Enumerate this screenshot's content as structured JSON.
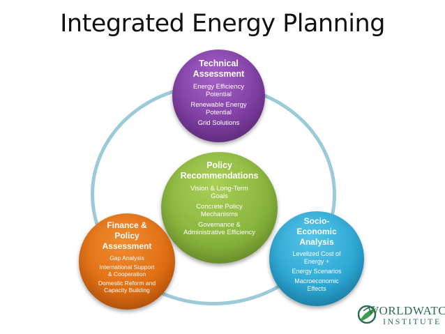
{
  "title": "Integrated Energy Planning",
  "nodes": {
    "technical": {
      "heading": [
        "Technical",
        "Assessment"
      ],
      "items": [
        [
          "Energy Efficiency",
          "Potential"
        ],
        [
          "Renewable Energy",
          "Potential"
        ],
        [
          "Grid Solutions"
        ]
      ],
      "color": "#7d3da1"
    },
    "policy": {
      "heading": [
        "Policy",
        "Recommendations"
      ],
      "items": [
        [
          "Vision & Long-Term",
          "Goals"
        ],
        [
          "Concrete Policy",
          "Mechanisms"
        ],
        [
          "Governance &",
          "Administrative Efficiency"
        ]
      ],
      "color": "#86b33b"
    },
    "finance": {
      "heading": [
        "Finance &",
        "Policy",
        "Assessment"
      ],
      "items": [
        [
          "Gap Analysis"
        ],
        [
          "International Support",
          "& Cooperation"
        ],
        [
          "Domestic Reform and",
          "Capacity Building"
        ]
      ],
      "color": "#e06d12"
    },
    "socio": {
      "heading": [
        "Socio-",
        "Economic",
        "Analysis"
      ],
      "items": [
        [
          "Levelized Cost of",
          "Energy +"
        ],
        [
          "Energy Scenarios"
        ],
        [
          "Macroeconomic",
          "Effects"
        ]
      ],
      "color": "#2aa6d4"
    }
  },
  "ring_color": "#9bcad9",
  "logo": {
    "line1": "WORLDWATCH",
    "line2": "INSTITUTE",
    "icon": "globe-leaf-icon",
    "color": "#2b6f4d"
  }
}
